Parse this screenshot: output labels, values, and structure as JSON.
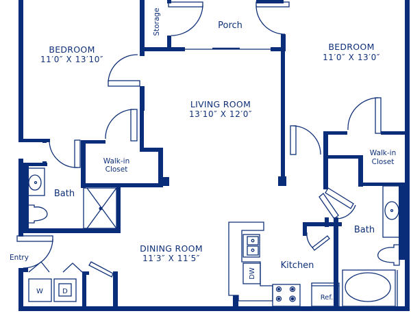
{
  "floorplan": {
    "wall_color": "#0a2d7a",
    "line_color": "#0e2f78",
    "background": "#ffffff",
    "rooms": {
      "bedroom_left": {
        "name": "BEDROOM",
        "dims": "11′0″ X 13′10″"
      },
      "bedroom_right": {
        "name": "BEDROOM",
        "dims": "11′0″ X 13′0″"
      },
      "living_room": {
        "name": "LIVING ROOM",
        "dims": "13′10″ X 12′0″"
      },
      "dining_room": {
        "name": "DINING ROOM",
        "dims": "11′3″ X 11′5″"
      },
      "porch": {
        "name": "Porch"
      },
      "storage": {
        "name": "Storage"
      },
      "walkin_left": {
        "line1": "Walk-in",
        "line2": "Closet"
      },
      "walkin_right": {
        "line1": "Walk-in",
        "line2": "Closet"
      },
      "bath_left": {
        "name": "Bath"
      },
      "bath_right": {
        "name": "Bath"
      },
      "kitchen": {
        "name": "Kitchen"
      },
      "entry": {
        "name": "Entry"
      }
    },
    "fixtures": {
      "washer": "W",
      "dryer": "D",
      "dishwasher": "DW",
      "refrigerator": "Ref."
    }
  }
}
